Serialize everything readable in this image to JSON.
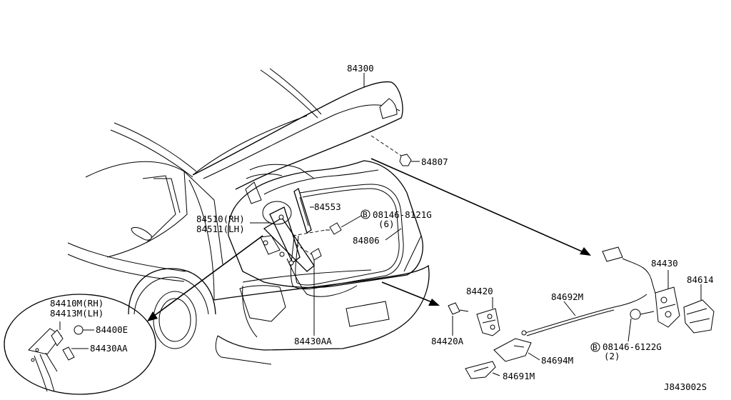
{
  "diagram_id": "J843002S",
  "labels": {
    "p84300": "84300",
    "p84807": "84807",
    "p84553": "84553",
    "p84510": "84510(RH)",
    "p84511": "84511(LH)",
    "bolt1_code": "08146-8121G",
    "bolt1_qty": "(6)",
    "bolt_symbol": "B",
    "p84806": "84806",
    "p84410m": "84410M(RH)",
    "p84413m": "84413M(LH)",
    "p84400e": "84400E",
    "p84430aa_detail": "84430AA",
    "p84430aa": "84430AA",
    "p84420": "84420",
    "p84420a": "84420A",
    "p84692m": "84692M",
    "p84694m": "84694M",
    "p84691m": "84691M",
    "p84430": "84430",
    "p84614": "84614",
    "bolt2_code": "08146-6122G",
    "bolt2_qty": "(2)"
  }
}
